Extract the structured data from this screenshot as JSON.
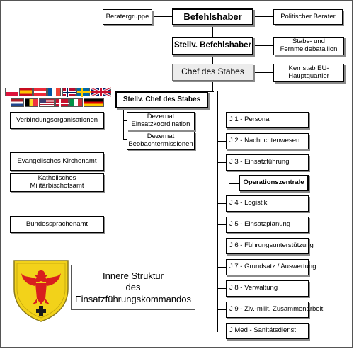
{
  "top": {
    "commander": "Befehlshaber",
    "advisor_group": "Beratergruppe",
    "political_advisor": "Politischer Berater"
  },
  "deputy": {
    "title": "Stellv. Befehlshaber",
    "staff_battalion": "Stabs- und Fernmeldebataillon"
  },
  "chief": {
    "title": "Chef des Stabes",
    "core_staff": "Kernstab EU-Hauptquartier"
  },
  "deputy_chief": {
    "title": "Stellv. Chef des Stabes",
    "items": [
      "Dezernat Einsatzkoordination",
      "Dezernat Beobachtermissionen"
    ]
  },
  "left_units": [
    "Verbindungsorganisationen",
    "Evangelisches Kirchenamt",
    "Katholisches Militärbischofsamt",
    "Bundessprachenamt"
  ],
  "j_divisions": [
    "J 1 - Personal",
    "J 2 - Nachrichtenwesen",
    "J 3 - Einsatzführung",
    "J 4 - Logistik",
    "J 5 - Einsatzplanung",
    "J 6 - Führungsunterstützung",
    "J 7 - Grundsatz / Auswertung",
    "J 8 - Verwaltung",
    "J 9 - Ziv.-milit. Zusammenarbeit",
    "J Med - Sanitätsdienst"
  ],
  "operations_center": "Operationszentrale",
  "title": [
    "Innere Struktur",
    "des",
    "Einsatzführungskommandos"
  ],
  "flags": [
    "poland",
    "spain",
    "austria",
    "france",
    "norway",
    "sweden",
    "united-kingdom",
    "netherlands",
    "belgium",
    "usa",
    "denmark",
    "italy",
    "germany"
  ],
  "crest": {
    "name": "coat-of-arms",
    "colors": {
      "shield": "#f2d21a",
      "eagle": "#d81e1e",
      "cross": "#1a1a1a"
    }
  }
}
